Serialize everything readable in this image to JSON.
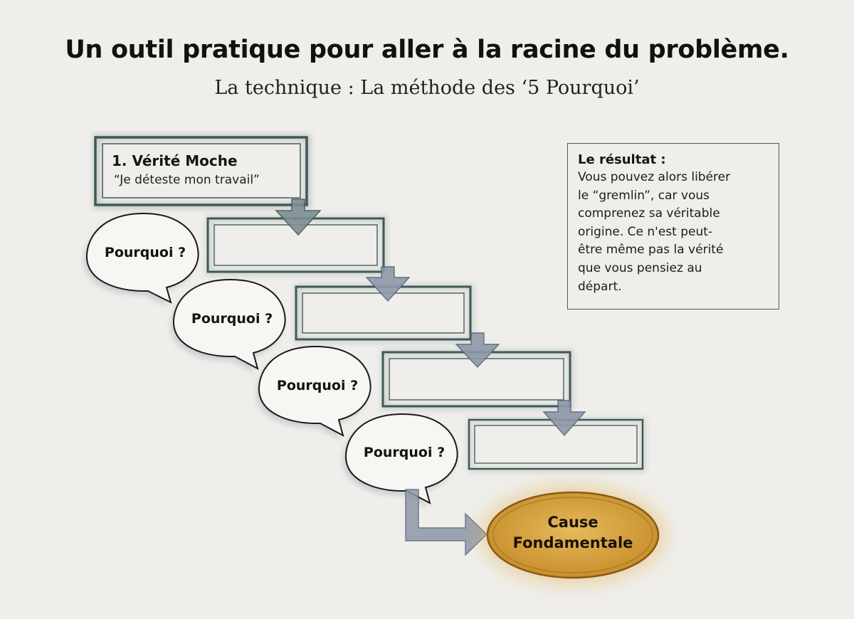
{
  "header": {
    "title": "Un outil pratique pour aller à la racine du problème.",
    "subtitle": "La technique : La méthode des ‘5 Pourquoi’"
  },
  "steps": {
    "first_title": "1. Vérité Moche",
    "first_quote": "“Je déteste mon travail”"
  },
  "bubbles": [
    {
      "label": "Pourquoi ?"
    },
    {
      "label": "Pourquoi ?"
    },
    {
      "label": "Pourquoi ?"
    },
    {
      "label": "Pourquoi ?"
    }
  ],
  "cause": {
    "label_line1": "Cause",
    "label_line2": "Fondamentale"
  },
  "result": {
    "title": "Le résultat :",
    "lines": [
      "Vous pouvez alors libérer",
      "le “gremlin”, car vous",
      "comprenez sa véritable",
      "origine. Ce n'est peut-",
      "être même pas la vérité",
      "que vous pensiez au",
      "départ."
    ]
  },
  "colors": {
    "background": "#efeeea",
    "box_stroke": "#3e5858",
    "arrow_fill": "#8892a2",
    "cause_fill": "#d6a54a",
    "cause_stroke": "#8a5a12"
  }
}
